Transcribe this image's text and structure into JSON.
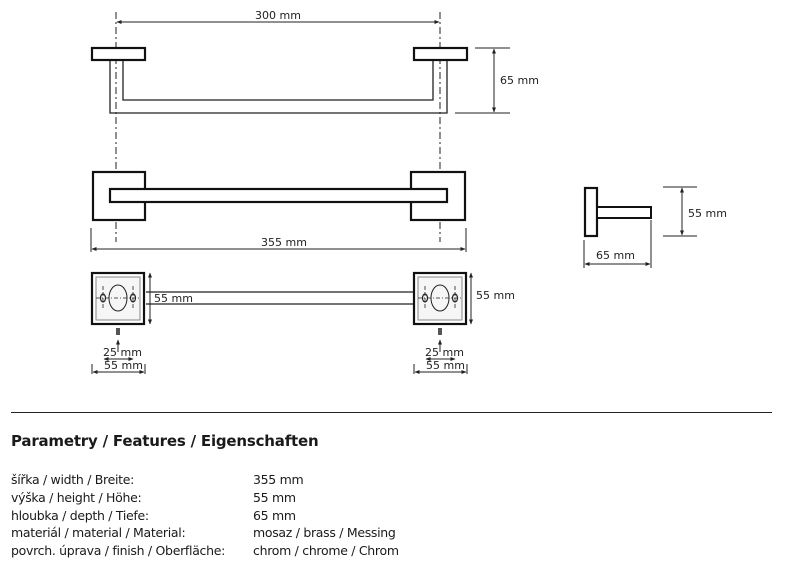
{
  "drawing": {
    "top_view": {
      "mount_spacing": "300 mm",
      "depth": "65 mm"
    },
    "front_view": {
      "overall_width": "355 mm"
    },
    "side_view": {
      "height": "55 mm",
      "depth": "65 mm"
    },
    "wall_plate_view": {
      "bar_gap": "55 mm",
      "plate_height": "55 mm",
      "left_plate": {
        "hole_offset": "25 mm",
        "plate_width": "55 mm"
      },
      "right_plate": {
        "hole_offset": "25 mm",
        "plate_width": "55 mm"
      }
    }
  },
  "features": {
    "title": "Parametry / Features / Eigenschaften",
    "rows": [
      {
        "label": "šířka / width / Breite:",
        "value": "355 mm"
      },
      {
        "label": "výška / height / Höhe:",
        "value": "55 mm"
      },
      {
        "label": "hloubka / depth / Tiefe:",
        "value": "65 mm"
      },
      {
        "label": "materiál / material / Material:",
        "value": "mosaz / brass / Messing"
      },
      {
        "label": "povrch. úprava / finish / Oberfläche:",
        "value": "chrom / chrome / Chrom"
      }
    ]
  }
}
